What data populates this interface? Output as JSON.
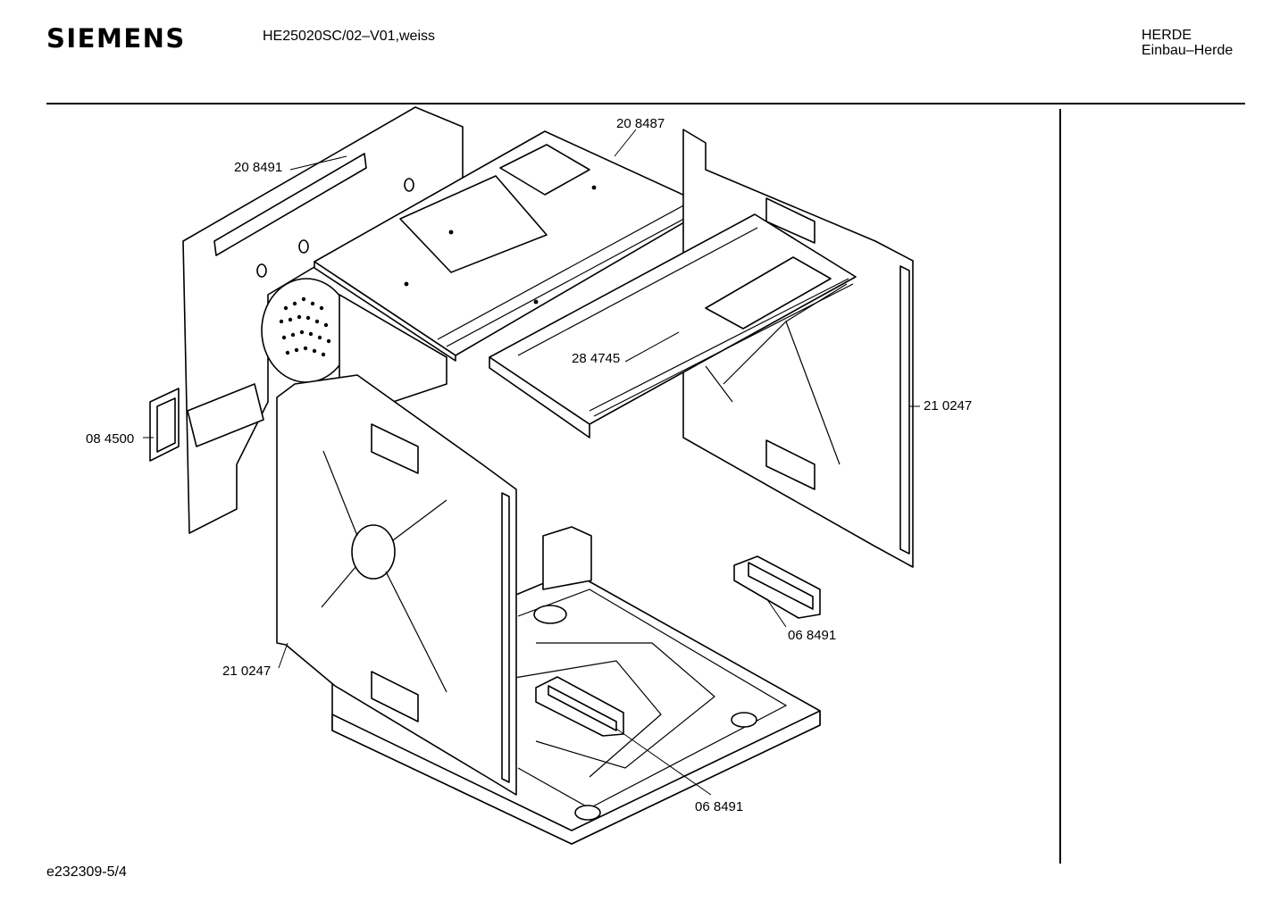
{
  "header": {
    "brand": "SIEMENS",
    "model": "HE25020SC/02–V01,weiss",
    "category": "HERDE",
    "subcategory": "Einbau–Herde"
  },
  "footer": {
    "doc_id": "e232309-5/4"
  },
  "parts": [
    {
      "number": "20 8491"
    },
    {
      "number": "20 8487"
    },
    {
      "number": "28 4745"
    },
    {
      "number": "21 0247"
    },
    {
      "number": "08 4500"
    },
    {
      "number": "06 8491"
    },
    {
      "number": "21 0247"
    },
    {
      "number": "06 8491"
    }
  ]
}
